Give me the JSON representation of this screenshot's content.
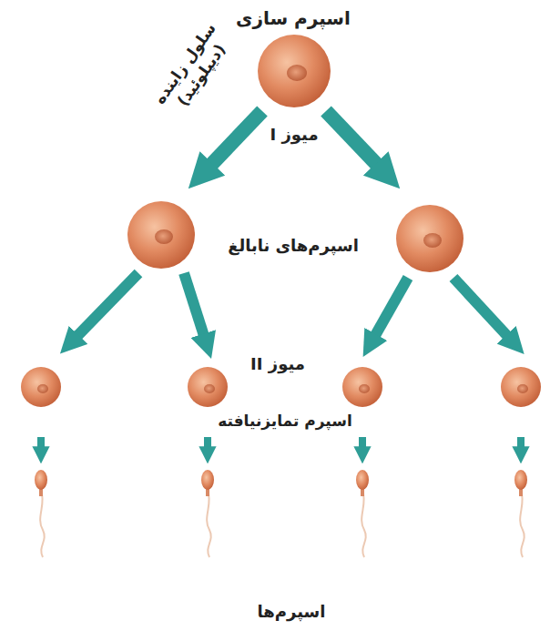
{
  "diagram": {
    "title": "اسپرم سازی",
    "labels": [
      "سلول زاینده (دیپلوئید)",
      "میوز I",
      "اسپرم‌های نابالغ",
      "میوز II",
      "اسپرم تمایزنیافته",
      "اسپرم‌ها"
    ]
  }
}
